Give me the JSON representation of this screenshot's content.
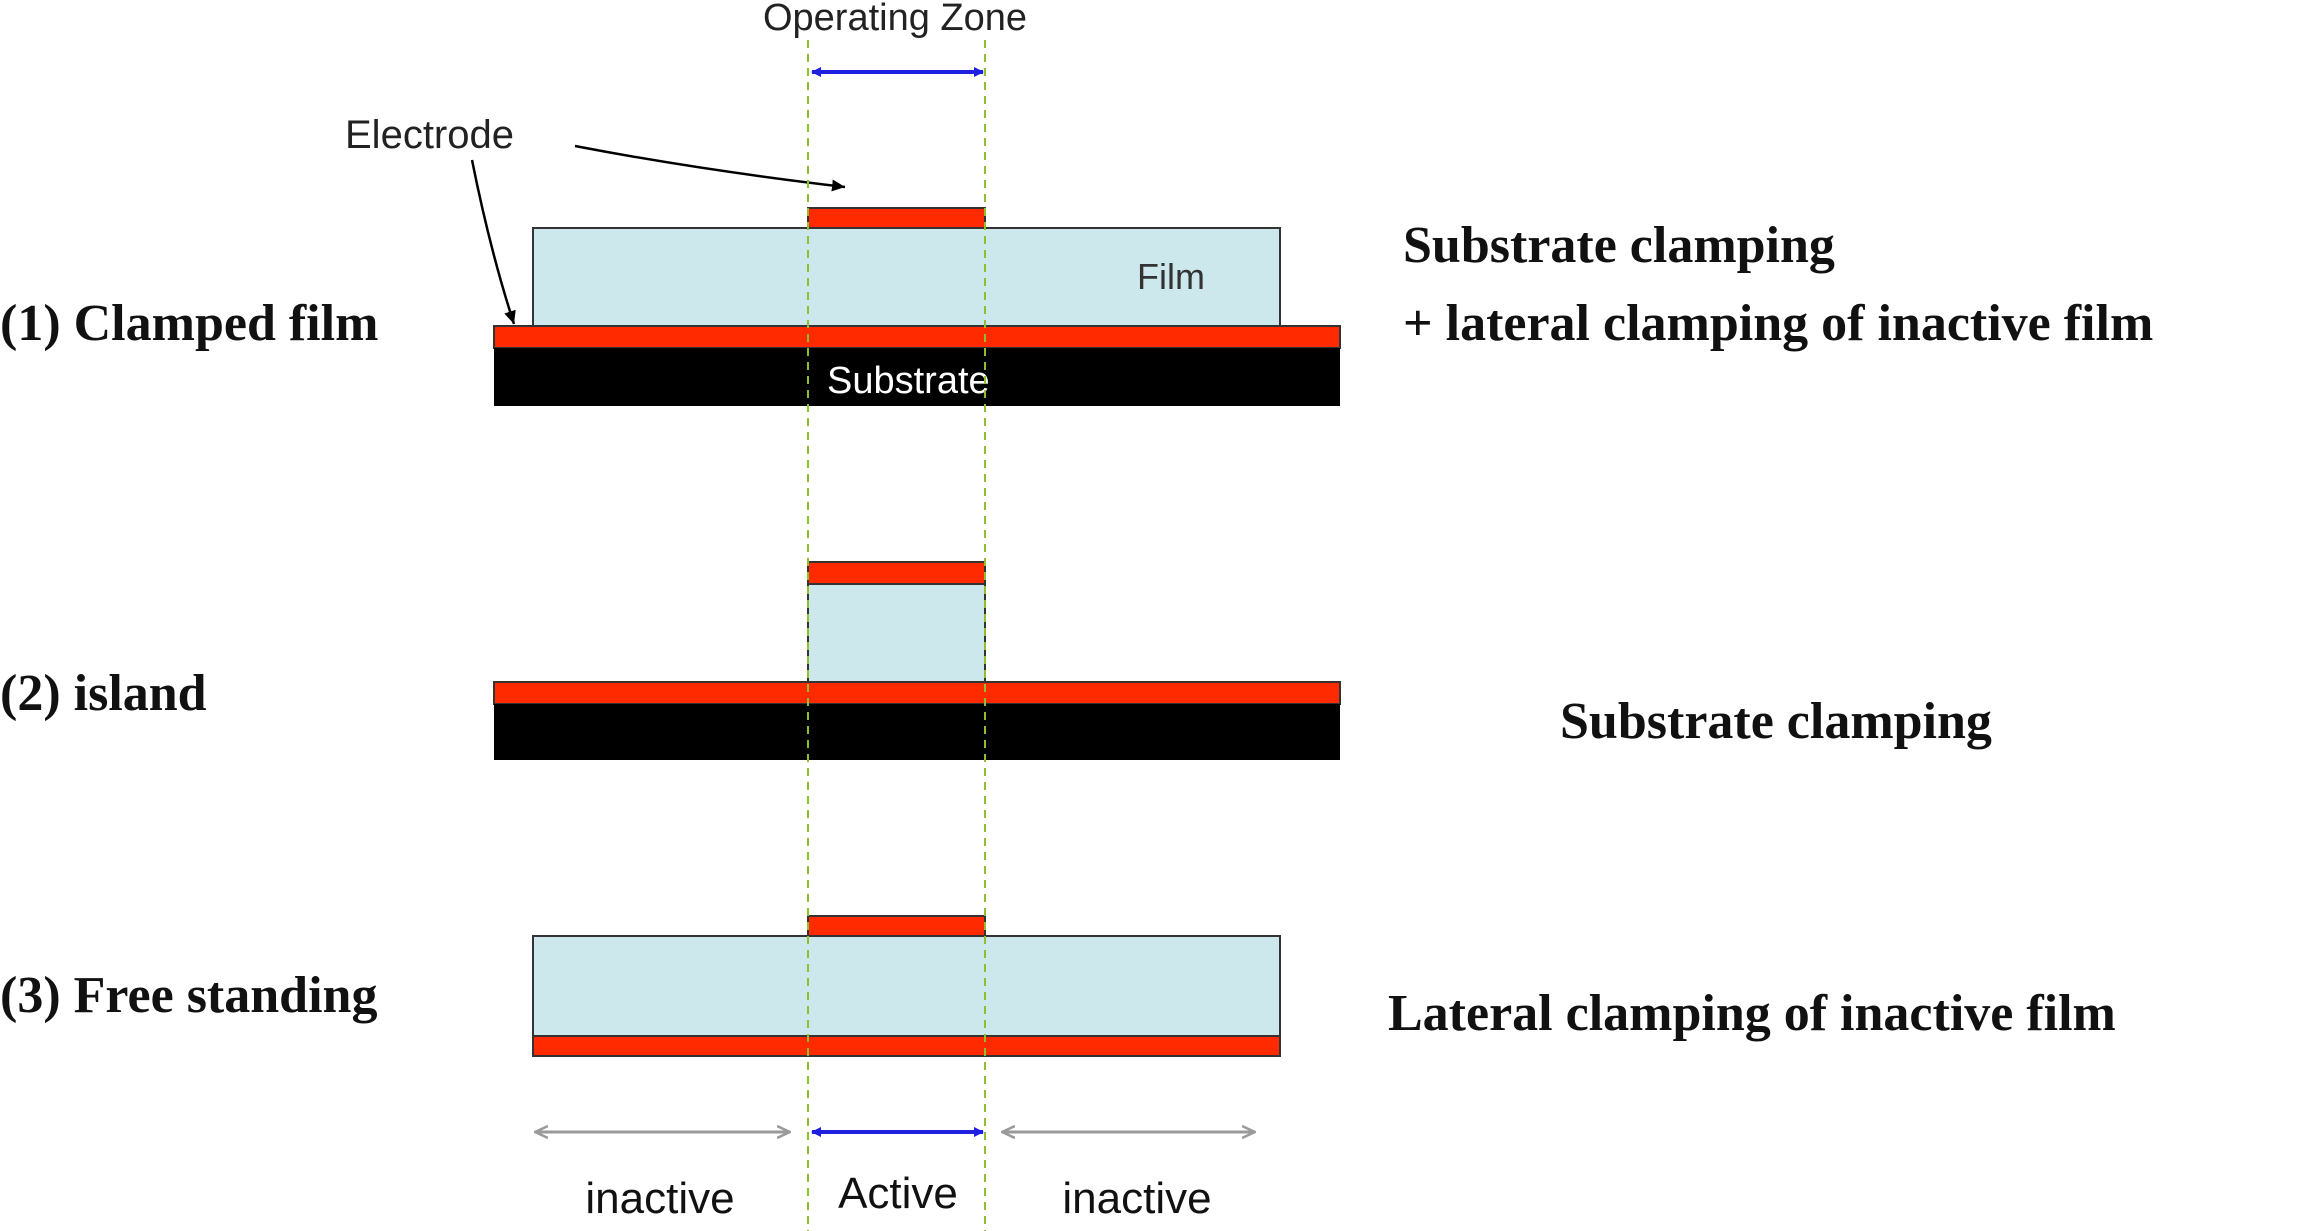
{
  "labels": {
    "operating_zone": "Operating Zone",
    "electrode": "Electrode",
    "film": "Film",
    "substrate": "Substrate",
    "inactive_left": "inactive",
    "active": "Active",
    "inactive_right": "inactive"
  },
  "rows": [
    {
      "label": "(1) Clamped film",
      "description_line1": "Substrate clamping",
      "description_line2": "+ lateral clamping of inactive film"
    },
    {
      "label": "(2) island",
      "description_line1": "Substrate clamping"
    },
    {
      "label": "(3) Free standing",
      "description_line1": "Lateral clamping of inactive film"
    }
  ],
  "colors": {
    "electrode": "#ff2a00",
    "film": "#cde8ec",
    "substrate": "#000000",
    "guide_line": "#8fbf2f",
    "active_arrow": "#1f1fe0",
    "inactive_arrow": "#9a9a9a"
  }
}
